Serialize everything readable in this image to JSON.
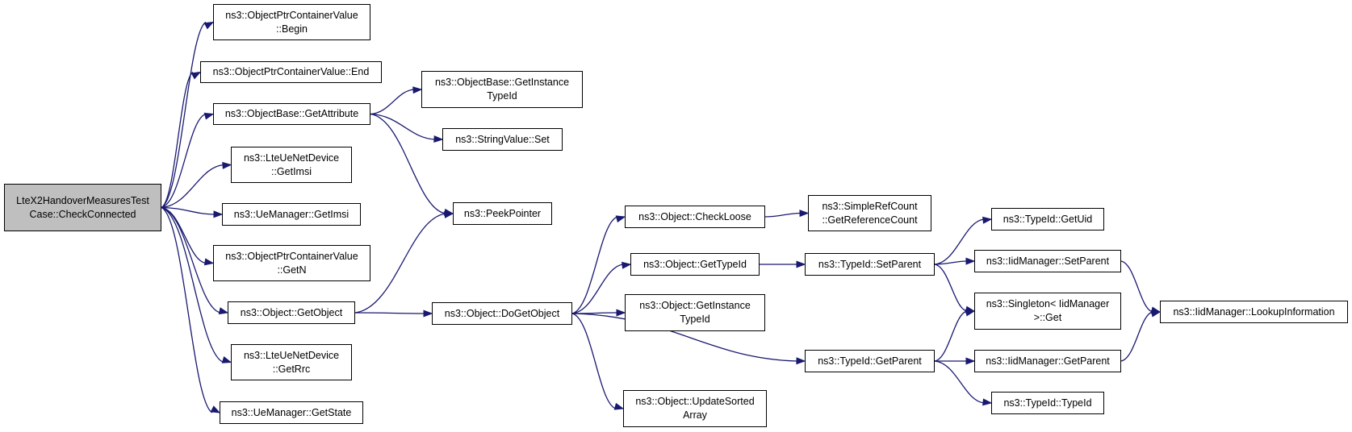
{
  "graph": {
    "colors": {
      "edge": "#191970",
      "root_fill": "#bfbfbf",
      "node_fill": "#ffffff",
      "border": "#000000"
    },
    "nodes": {
      "root": [
        "LteX2HandoverMeasuresTest",
        "Case::CheckConnected"
      ],
      "opcv_begin": [
        "ns3::ObjectPtrContainerValue",
        "::Begin"
      ],
      "opcv_end": [
        "ns3::ObjectPtrContainerValue::End"
      ],
      "ob_getattribute": [
        "ns3::ObjectBase::GetAttribute"
      ],
      "ob_getinstancetypeid": [
        "ns3::ObjectBase::GetInstance",
        "TypeId"
      ],
      "stringvalue_set": [
        "ns3::StringValue::Set"
      ],
      "ltenetdev_getimsi": [
        "ns3::LteUeNetDevice",
        "::GetImsi"
      ],
      "uemanager_getimsi": [
        "ns3::UeManager::GetImsi"
      ],
      "peekpointer": [
        "ns3::PeekPointer"
      ],
      "opcv_getn": [
        "ns3::ObjectPtrContainerValue",
        "::GetN"
      ],
      "object_getobject": [
        "ns3::Object::GetObject"
      ],
      "object_dogetobject": [
        "ns3::Object::DoGetObject"
      ],
      "ltenetdev_getrrc": [
        "ns3::LteUeNetDevice",
        "::GetRrc"
      ],
      "uemanager_getstate": [
        "ns3::UeManager::GetState"
      ],
      "object_checkloose": [
        "ns3::Object::CheckLoose"
      ],
      "src_getreferencecount": [
        "ns3::SimpleRefCount",
        "::GetReferenceCount"
      ],
      "object_gettypeid": [
        "ns3::Object::GetTypeId"
      ],
      "object_getinstancetypeid": [
        "ns3::Object::GetInstance",
        "TypeId"
      ],
      "object_updatesortedarray": [
        "ns3::Object::UpdateSorted",
        "Array"
      ],
      "typeid_setparent": [
        "ns3::TypeId::SetParent"
      ],
      "typeid_getparent": [
        "ns3::TypeId::GetParent"
      ],
      "typeid_getuid": [
        "ns3::TypeId::GetUid"
      ],
      "iidmanager_setparent": [
        "ns3::IidManager::SetParent"
      ],
      "singleton_get": [
        "ns3::Singleton< IidManager",
        ">::Get"
      ],
      "iidmanager_getparent": [
        "ns3::IidManager::GetParent"
      ],
      "typeid_typeid": [
        "ns3::TypeId::TypeId"
      ],
      "iidmanager_lookupinformation": [
        "ns3::IidManager::LookupInformation"
      ]
    },
    "edges": [
      [
        "root",
        "opcv_begin"
      ],
      [
        "root",
        "opcv_end"
      ],
      [
        "root",
        "ob_getattribute"
      ],
      [
        "root",
        "ltenetdev_getimsi"
      ],
      [
        "root",
        "uemanager_getimsi"
      ],
      [
        "root",
        "opcv_getn"
      ],
      [
        "root",
        "object_getobject"
      ],
      [
        "root",
        "ltenetdev_getrrc"
      ],
      [
        "root",
        "uemanager_getstate"
      ],
      [
        "ob_getattribute",
        "ob_getinstancetypeid"
      ],
      [
        "ob_getattribute",
        "stringvalue_set"
      ],
      [
        "ob_getattribute",
        "peekpointer"
      ],
      [
        "object_getobject",
        "peekpointer"
      ],
      [
        "object_getobject",
        "object_dogetobject"
      ],
      [
        "object_dogetobject",
        "object_checkloose"
      ],
      [
        "object_dogetobject",
        "object_gettypeid"
      ],
      [
        "object_dogetobject",
        "object_getinstancetypeid"
      ],
      [
        "object_dogetobject",
        "object_updatesortedarray"
      ],
      [
        "object_dogetobject",
        "typeid_getparent"
      ],
      [
        "object_checkloose",
        "src_getreferencecount"
      ],
      [
        "object_gettypeid",
        "typeid_setparent"
      ],
      [
        "typeid_setparent",
        "typeid_getuid"
      ],
      [
        "typeid_setparent",
        "iidmanager_setparent"
      ],
      [
        "typeid_setparent",
        "singleton_get"
      ],
      [
        "typeid_getparent",
        "singleton_get"
      ],
      [
        "typeid_getparent",
        "iidmanager_getparent"
      ],
      [
        "typeid_getparent",
        "typeid_typeid"
      ],
      [
        "iidmanager_setparent",
        "iidmanager_lookupinformation"
      ],
      [
        "iidmanager_getparent",
        "iidmanager_lookupinformation"
      ]
    ]
  }
}
